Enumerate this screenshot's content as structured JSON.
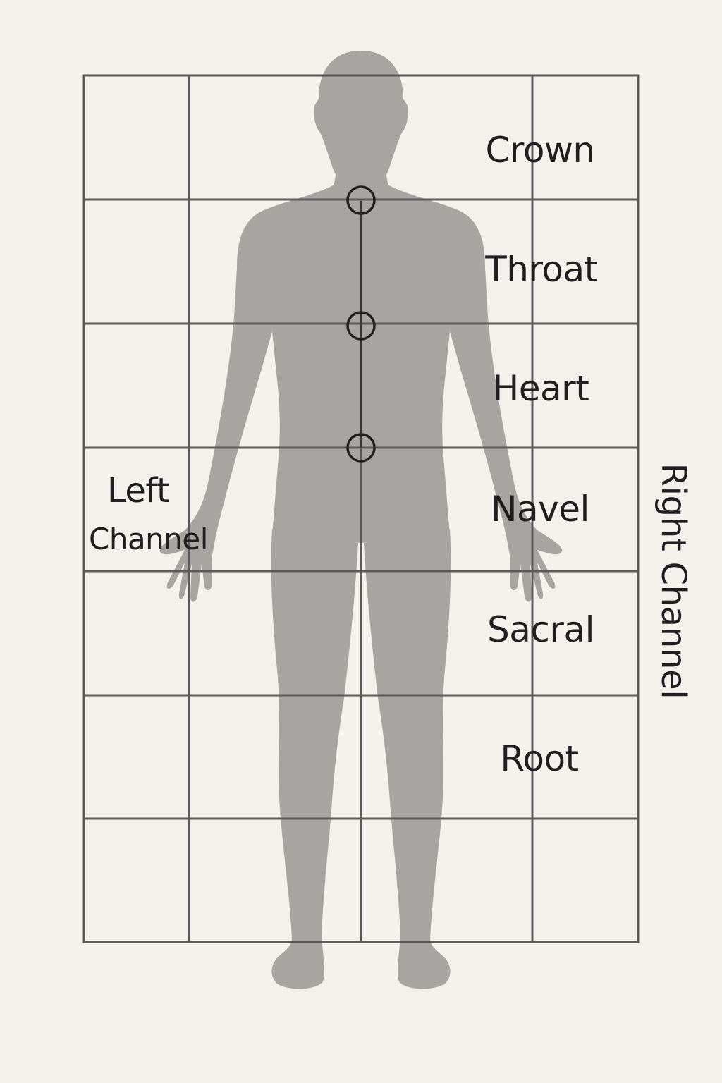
{
  "colors": {
    "background": "#f3f1ec",
    "grid_line": "#5a5a5a",
    "silhouette": "#a7a5a1",
    "node_stroke": "#1f1f1f",
    "channel_line": "#3a3a3a",
    "text": "#1f1f1f"
  },
  "figure": {
    "icon": "human-silhouette-icon"
  },
  "centers": [
    {
      "label": "Crown"
    },
    {
      "label": "Throat"
    },
    {
      "label": "Heart"
    },
    {
      "label": "Navel"
    },
    {
      "label": "Sacral"
    },
    {
      "label": "Root"
    }
  ],
  "channels": {
    "left_line1": "Left",
    "left_line2": "Channel",
    "right": "Right Channel"
  }
}
